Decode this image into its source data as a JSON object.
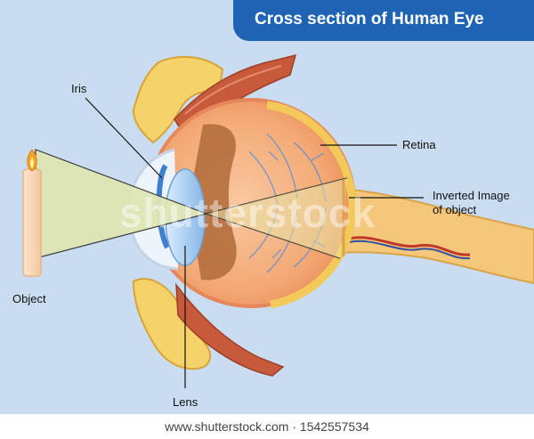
{
  "title": "Cross section of Human Eye",
  "labels": {
    "iris": "Iris",
    "retina": "Retina",
    "inverted_image_line1": "Inverted Image",
    "inverted_image_line2": "of object",
    "object": "Object",
    "lens": "Lens"
  },
  "watermark": "shutterstock",
  "footer": "www.shutterstock.com · 1542557534",
  "colors": {
    "background": "#c9dcf0",
    "title_bar": "#1e63b4",
    "light_beam": "#dfe6b4",
    "sclera_orange": "#f2a46a",
    "retina_yellow": "#f3c95a",
    "muscle_red": "#c85a3c",
    "lens_blue": "#9fc7ee"
  }
}
